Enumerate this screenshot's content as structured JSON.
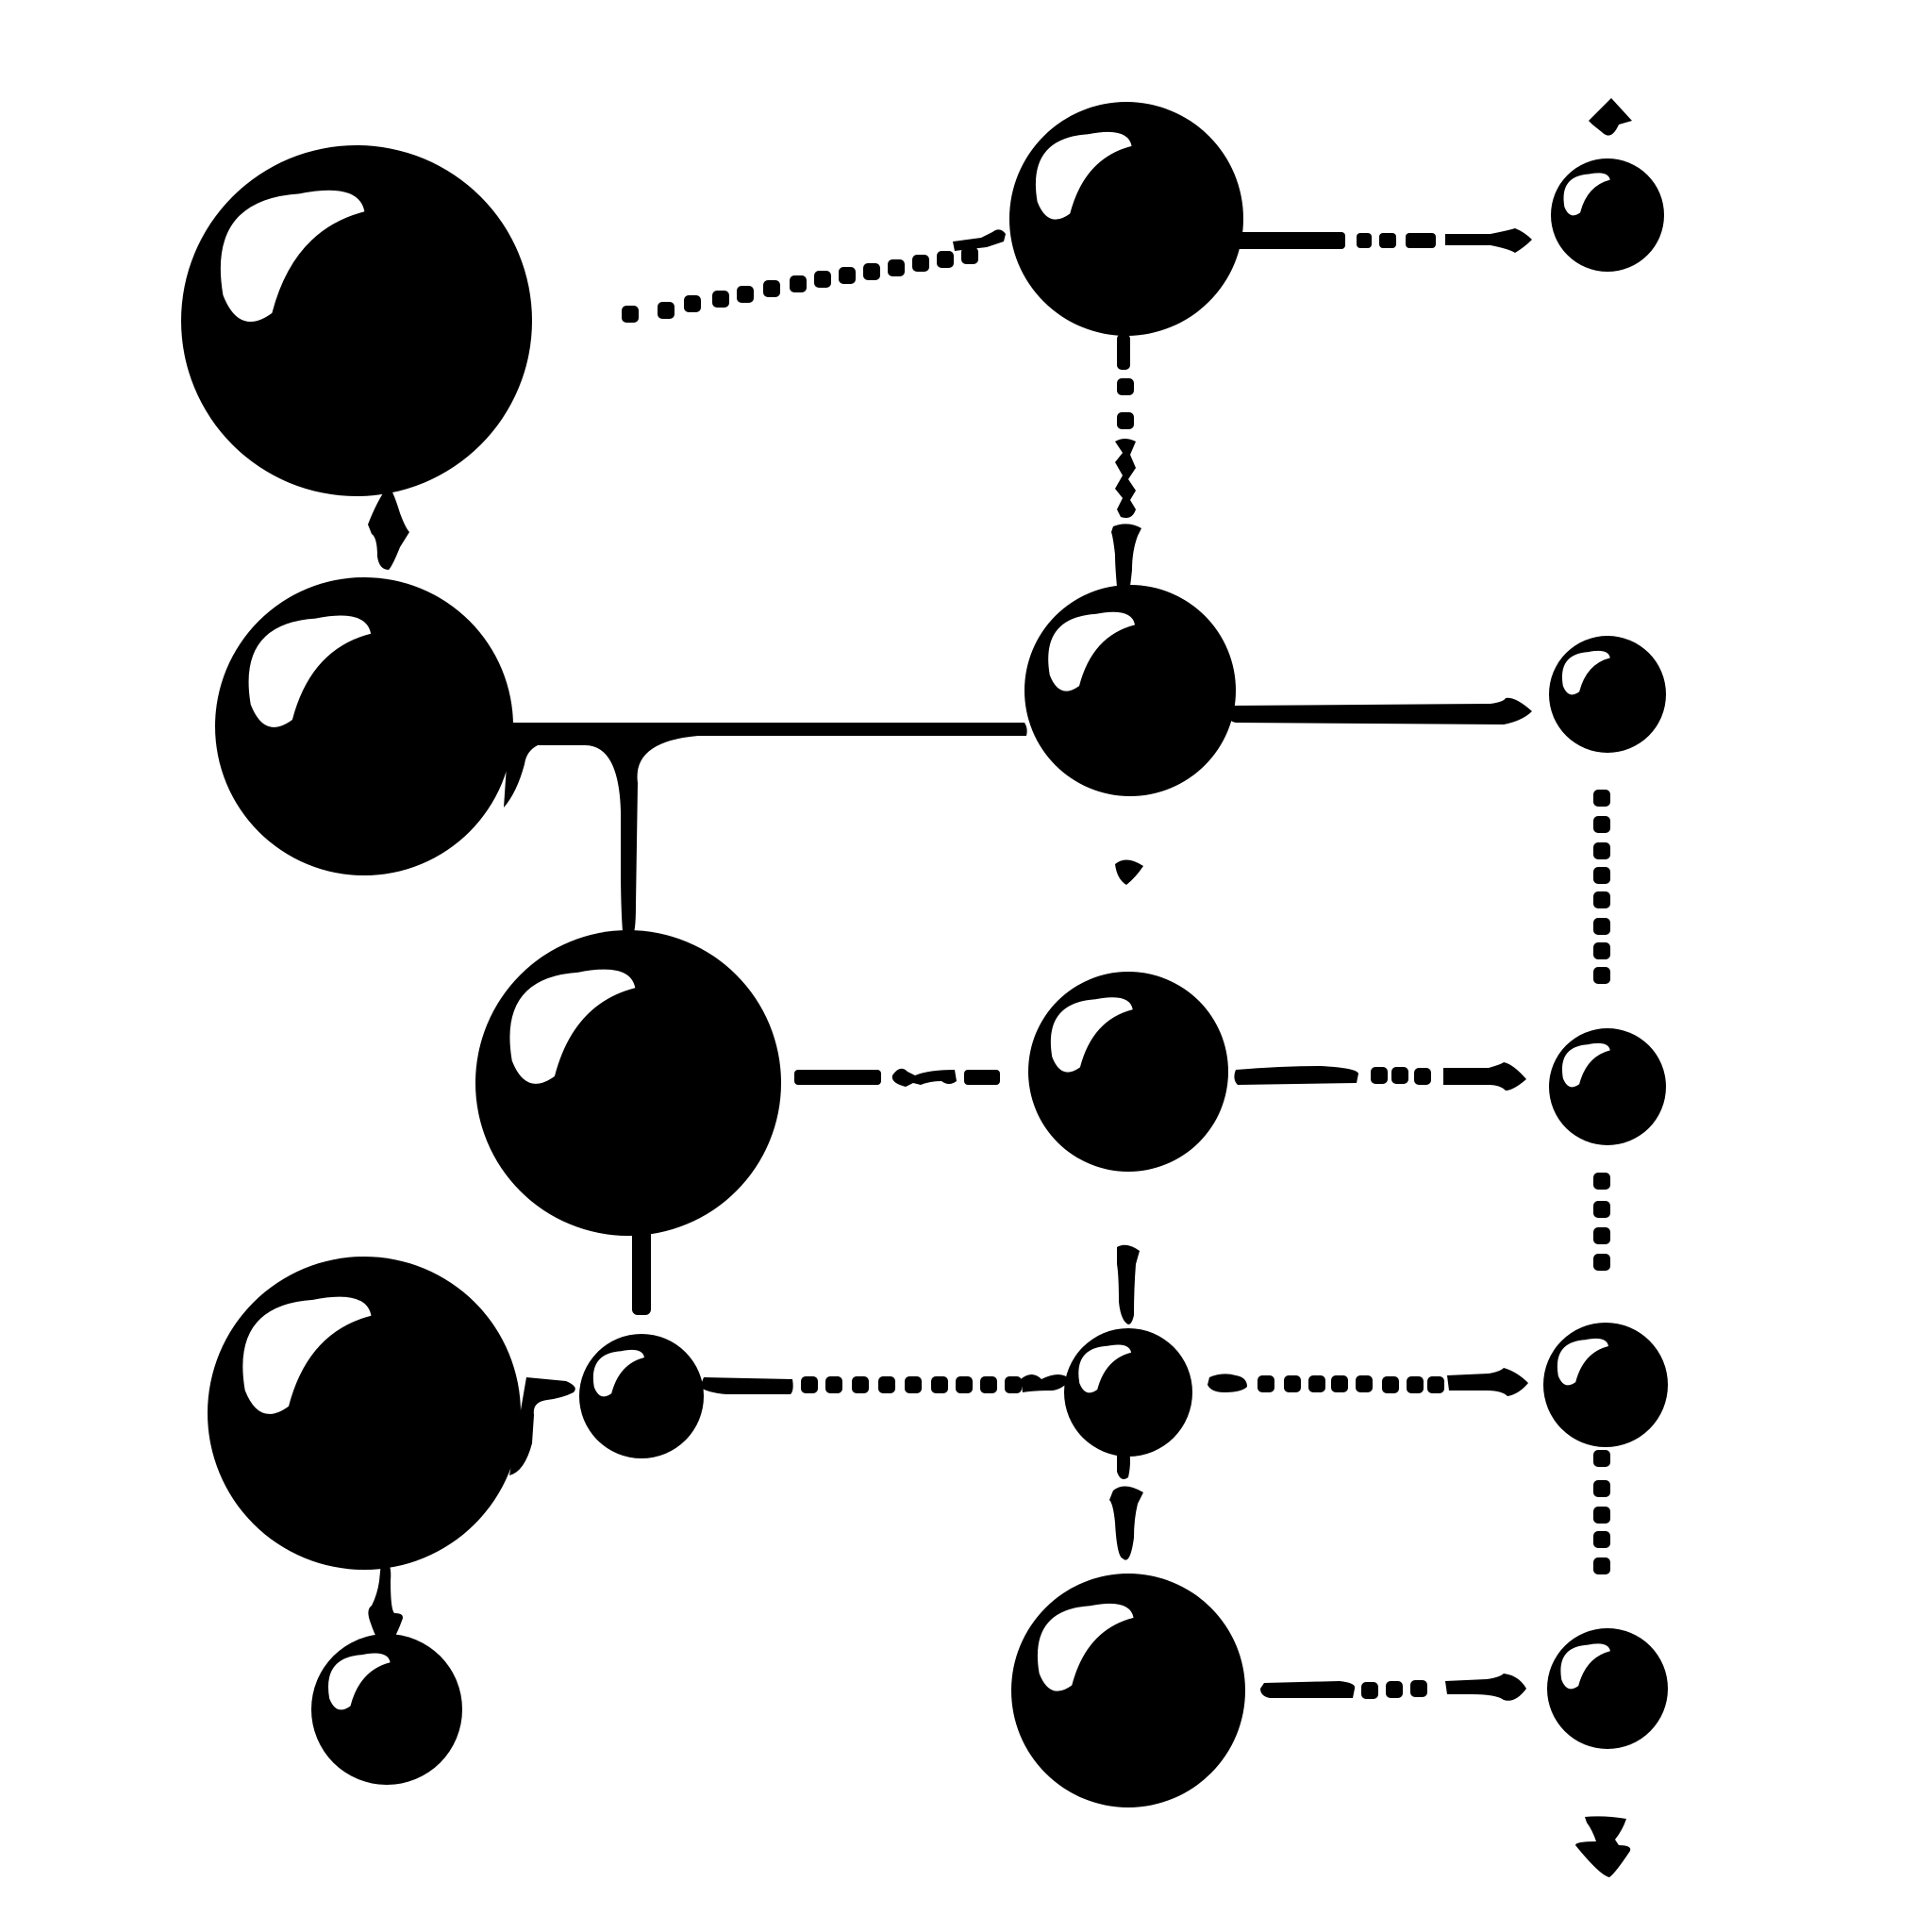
{
  "diagram": {
    "style": "black spheres with white highlights connected by solid, dotted and dashed links with arrowheads",
    "colors": {
      "ink": "#000000",
      "paper": "#ffffff",
      "highlight": "#ffffff"
    },
    "node_count": 16,
    "connector_styles": [
      "solid",
      "dotted",
      "dashed",
      "arrow"
    ]
  }
}
